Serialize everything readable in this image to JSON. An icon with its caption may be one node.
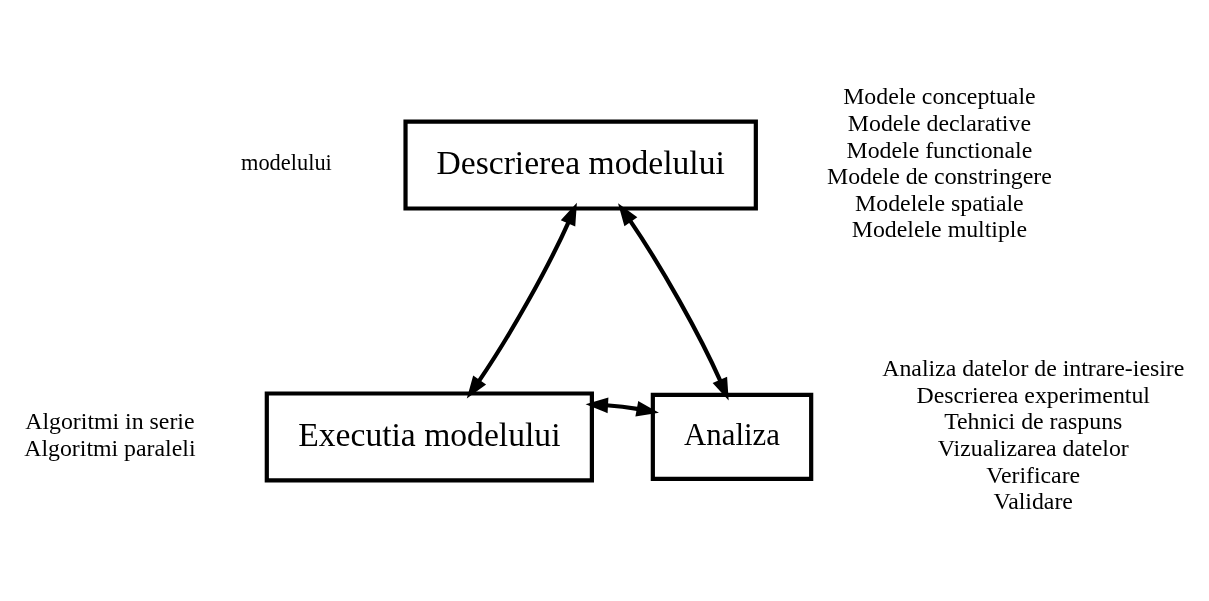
{
  "diagram": {
    "nodes": [
      {
        "text": [
          "Descrierea modelului"
        ],
        "beside": [
          "Modele conceptuale",
          "Modele declarative",
          "Modele functionale",
          "Modele de constringere",
          "Modelele spatiale",
          "Modelele multiple"
        ]
      },
      {
        "text": [
          "Executia modelului"
        ],
        "beside": [
          "Algoritmi in serie",
          "Algoritmi paraleli"
        ]
      },
      {
        "text": [
          "Analiza"
        ],
        "beside": [
          "Analiza datelor de intrare-iesire",
          "Descrierea experimentul",
          "Tehnici de raspuns",
          "Vizualizarea datelor",
          "Verificare",
          "Validare"
        ]
      }
    ],
    "edges": [
      {
        "from": 0,
        "to": 1,
        "arrow": "both"
      },
      {
        "from": 0,
        "to": 2,
        "arrow": "both"
      },
      {
        "from": 1,
        "to": 2,
        "arrow": "both"
      }
    ],
    "labels": [
      "modelului"
    ]
  }
}
